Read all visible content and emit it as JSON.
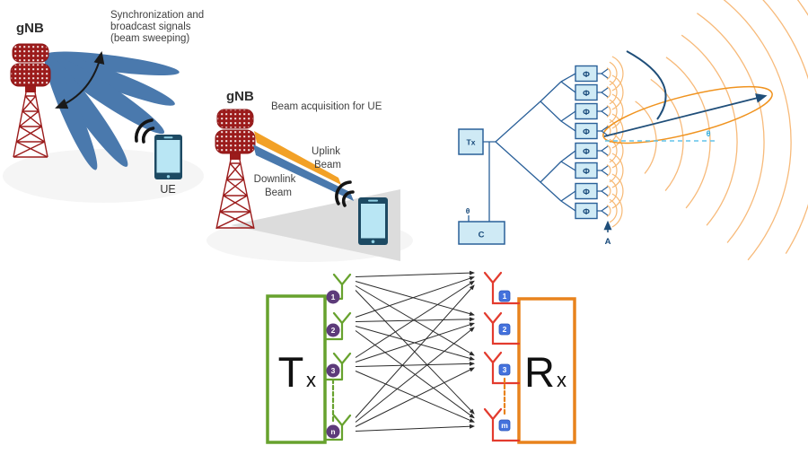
{
  "beam_sweeping": {
    "gnb_label": "gNB",
    "caption": [
      "Synchronization and",
      "broadcast signals",
      "(beam sweeping)"
    ],
    "ue_label": "UE",
    "beam_count": 5
  },
  "beam_acquisition": {
    "gnb_label": "gNB",
    "title": "Beam acquisition for UE",
    "uplink": [
      "Uplink",
      "Beam"
    ],
    "downlink": [
      "Downlink",
      "Beam"
    ]
  },
  "phased_array": {
    "tx_label": "Tx",
    "controller_label": "C",
    "controller_theta": "θ",
    "phase_shifter": "Φ",
    "phase_shifter_count": 8,
    "axis_label": "A",
    "angle_label": "θ"
  },
  "mimo": {
    "tx_main": "T",
    "tx_sub": "x",
    "rx_main": "R",
    "rx_sub": "x",
    "tx_antenna_labels": [
      "1",
      "2",
      "3",
      "n"
    ],
    "rx_antenna_labels": [
      "1",
      "2",
      "3",
      "m"
    ]
  },
  "colors": {
    "beam_blue": "#4a79ad",
    "tower_red": "#9b1b1b",
    "uplink_orange": "#f2a127",
    "cone_gray": "#dcdcdc",
    "phone_body": "#1d4a63",
    "phone_screen": "#b9e6f4",
    "array_box_fill": "#cfeaf5",
    "array_line": "#2a6099",
    "wave_orange": "#f6b26b",
    "lobe_orange": "#f0931f",
    "dashed_cyan": "#62c4ea",
    "mimo_green": "#67a22e",
    "mimo_red": "#e33b2e",
    "mimo_orange": "#e8831d",
    "mimo_purple": "#5d3b7a",
    "mimo_blue": "#4472dd"
  }
}
